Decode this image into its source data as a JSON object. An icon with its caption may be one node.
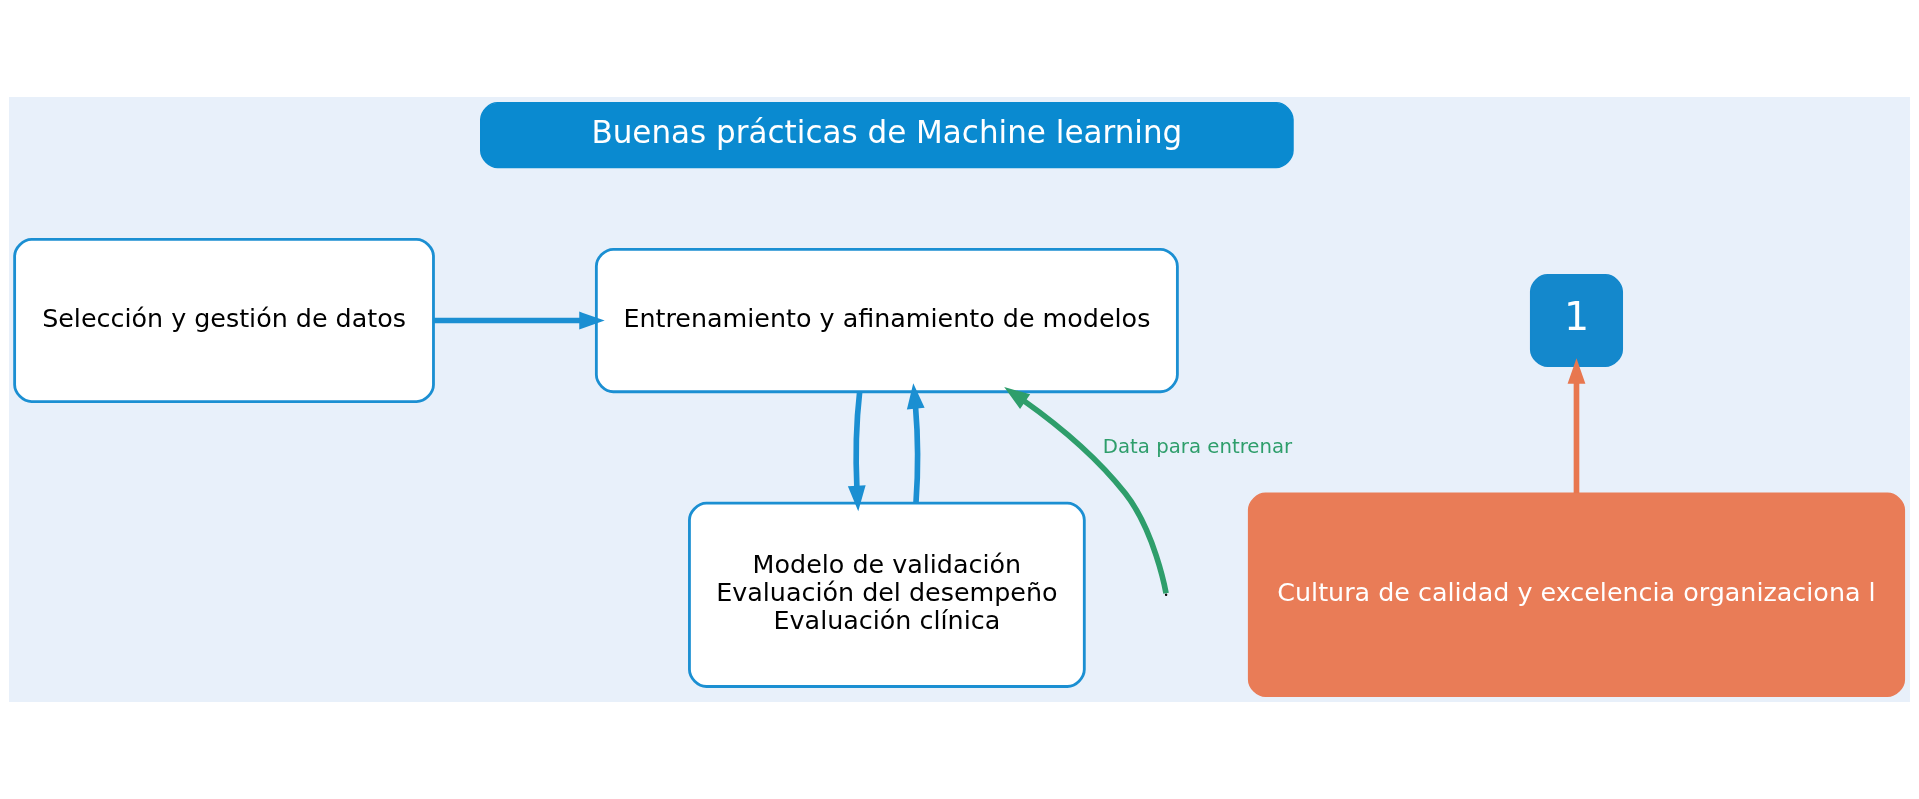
{
  "diagram": {
    "nodes": [
      {
        "text": [
          "Buenas prácticas de Machine learning"
        ]
      },
      {
        "text": [
          "Selección y gestión de datos"
        ]
      },
      {
        "text": [
          "Entrenamiento y afinamiento de modelos"
        ]
      },
      {
        "text": [
          "1"
        ]
      },
      {
        "text": [
          "Modelo de validación",
          "Evaluación del desempeño",
          "Evaluación clínica"
        ]
      },
      {
        "text": [
          "Cultura de calidad y excelencia organizaciona l"
        ]
      }
    ],
    "edges": [
      {
        "from": 1,
        "to": 2,
        "arrow": "to"
      },
      {
        "from": 2,
        "to": 4,
        "arrow": "to"
      },
      {
        "from": 4,
        "to": 2,
        "arrow": "to"
      },
      {
        "from": null,
        "to": 2,
        "arrow": "to",
        "label": "Data para entrenar",
        "color": "#2e9e6b"
      },
      {
        "from": 5,
        "to": 3,
        "arrow": "to",
        "color": "#e8774f"
      }
    ]
  }
}
